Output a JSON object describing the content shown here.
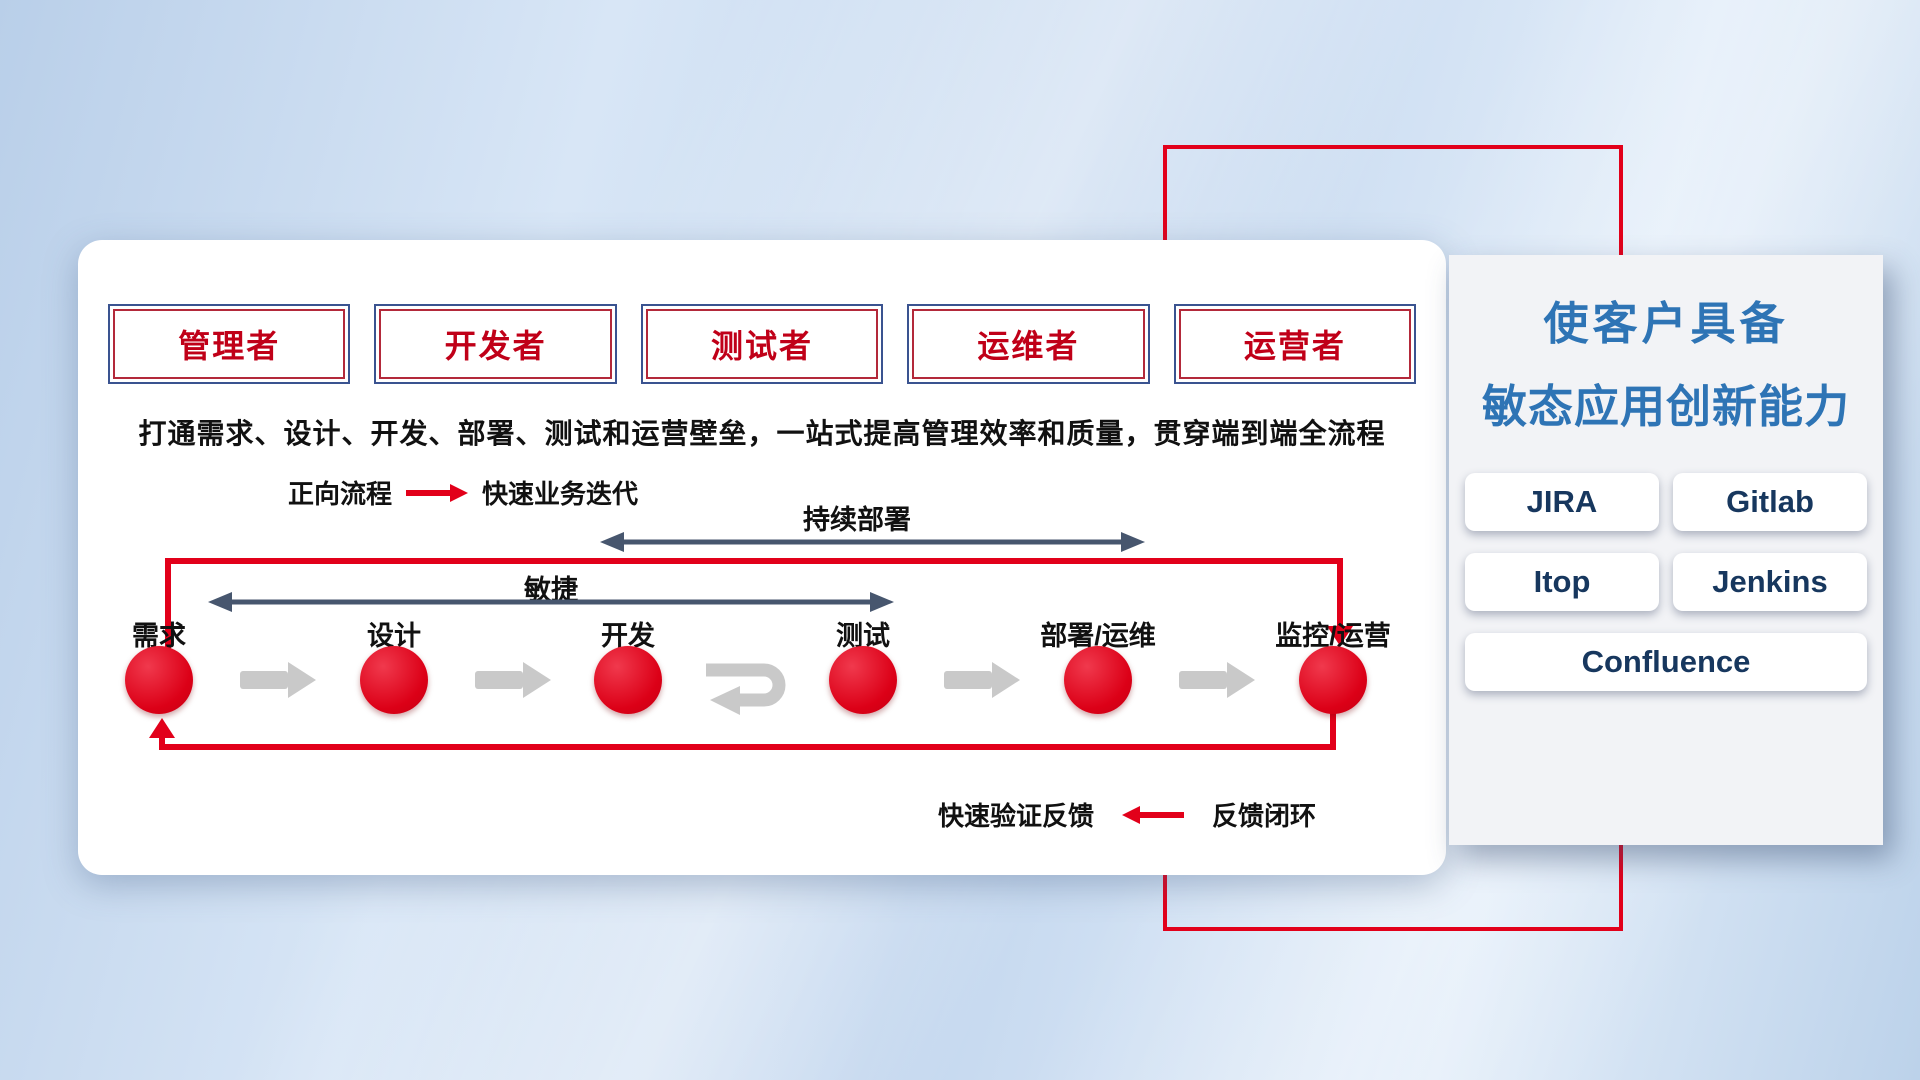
{
  "colors": {
    "red": "#e2001a",
    "navy_border": "#3a5390",
    "inner_red_border": "#b3293a",
    "slate_arrow": "#47566e",
    "gray_arrow": "#c9c9c9",
    "blue_title": "#2e74b5",
    "chip_text": "#17375e",
    "role_text": "#c00018"
  },
  "card": {
    "roles": [
      {
        "label": "管理者"
      },
      {
        "label": "开发者"
      },
      {
        "label": "测试者"
      },
      {
        "label": "运维者"
      },
      {
        "label": "运营者"
      }
    ],
    "description": "打通需求、设计、开发、部署、测试和运营壁垒，一站式提高管理效率和质量，贯穿端到端全流程",
    "forward_legend": {
      "label": "正向流程",
      "arrow_icon": "red-right-arrow",
      "value": "快速业务迭代"
    },
    "span_labels": {
      "continuous_deployment": "持续部署",
      "agile": "敏捷"
    },
    "stages": [
      {
        "label": "需求"
      },
      {
        "label": "设计"
      },
      {
        "label": "开发"
      },
      {
        "label": "测试"
      },
      {
        "label": "部署/运维"
      },
      {
        "label": "监控/运营"
      }
    ],
    "feedback_legend": {
      "label": "快速验证反馈",
      "arrow_icon": "red-left-arrow",
      "value": "反馈闭环"
    }
  },
  "side_panel": {
    "title_line1": "使客户具备",
    "title_line2": "敏态应用创新能力",
    "tools": [
      {
        "label": "JIRA"
      },
      {
        "label": "Gitlab"
      },
      {
        "label": "Itop"
      },
      {
        "label": "Jenkins"
      },
      {
        "label": "Confluence"
      }
    ]
  }
}
